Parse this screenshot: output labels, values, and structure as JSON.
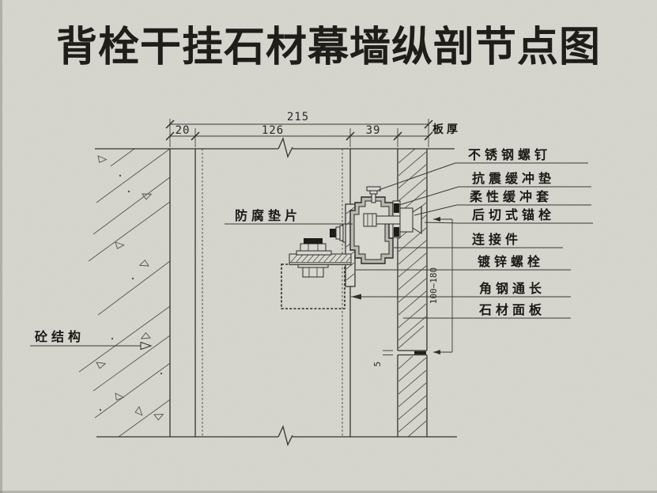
{
  "page": {
    "title": "背栓干挂石材幕墙纵剖节点图",
    "background": "#d8d7d0",
    "line_color": "#35332e"
  },
  "top_dimensions": {
    "total": "215",
    "seg1": "20",
    "seg2": "126",
    "seg3": "39",
    "plate_thickness_label": "板厚"
  },
  "dim_annotations": {
    "anchor_edge_distance": "100~180",
    "panel_joint_gap": "5"
  },
  "callouts": {
    "stainless_screw": "不锈钢螺钉",
    "shock_buffer_pad": "抗震缓冲垫",
    "flexible_buffer_sleeve": "柔性缓冲套",
    "undercut_anchor": "后切式锚栓",
    "connector": "连接件",
    "galvanized_bolt": "镀锌螺栓",
    "angle_steel_full_length": "角钢通长",
    "stone_panel": "石材面板",
    "concrete_structure": "砼结构",
    "anticorrosion_gasket": "防腐垫片"
  }
}
